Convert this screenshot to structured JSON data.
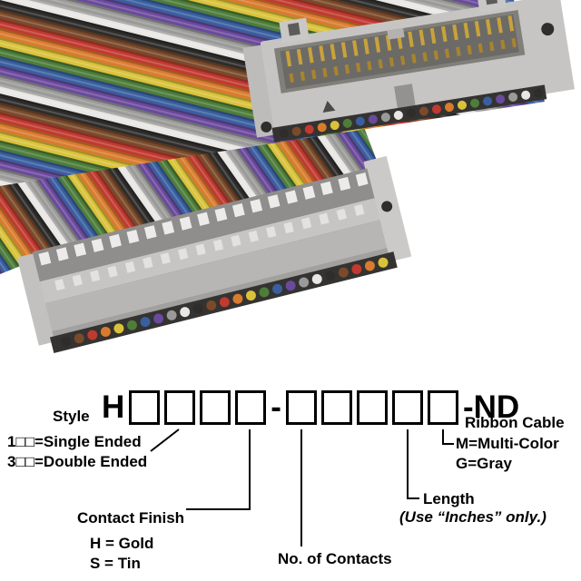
{
  "photo": {
    "ribbon_colors": [
      "#2e2d2b",
      "#7a4a2b",
      "#c03a30",
      "#d97b2e",
      "#d9c23a",
      "#4e7d3a",
      "#3a5fa0",
      "#6a4a9c",
      "#9a9a98",
      "#e8e7e4"
    ],
    "connector_gray": "#c6c5c3",
    "connector_gray_dark": "#b7b6b4",
    "pin_gold": "#c9a23c",
    "wire_strip_dark": "#343331"
  },
  "part_number": {
    "prefix": "H",
    "group1_boxes": 4,
    "separator": "-",
    "group2_boxes": 5,
    "suffix": "-ND"
  },
  "callouts": {
    "style": {
      "title": "Style",
      "line1": "1□□=Single Ended",
      "line2": "3□□=Double Ended"
    },
    "contact_finish": {
      "title": "Contact Finish",
      "line1": "H = Gold",
      "line2": "S = Tin"
    },
    "contacts": {
      "title": "No. of Contacts"
    },
    "length": {
      "title": "Length",
      "note": "(Use “Inches” only.)"
    },
    "ribbon": {
      "title": "Ribbon Cable",
      "line1": "M=Multi-Color",
      "line2": "G=Gray"
    }
  }
}
